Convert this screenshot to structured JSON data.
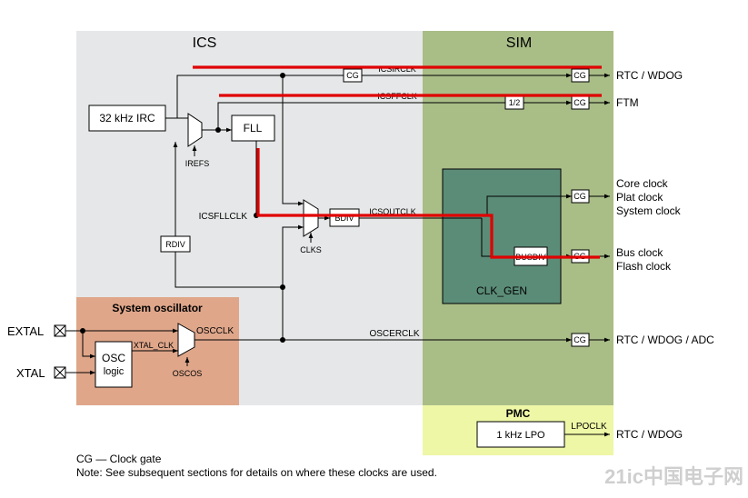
{
  "regions": {
    "ics": "ICS",
    "sim": "SIM",
    "pmc": "PMC",
    "system_oscillator": "System oscillator",
    "clk_gen": "CLK_GEN"
  },
  "blocks": {
    "irc": "32 kHz IRC",
    "fll": "FLL",
    "rdiv": "RDIV",
    "bdiv": "BDIV",
    "busdiv": "BUSDIV",
    "osc_line1": "OSC",
    "osc_line2": "logic",
    "lpo": "1 kHz LPO",
    "cg": "CG",
    "half": "1/2"
  },
  "signals": {
    "icsirclk": "ICSIRCLK",
    "icsffclk": "ICSFFCLK",
    "irefs": "IREFS",
    "icsfllclk": "ICSFLLCLK",
    "icsoutclk": "ICSOUTCLK",
    "clks": "CLKS",
    "oscclk": "OSCCLK",
    "xtal_clk": "XTAL_CLK",
    "oscos": "OSCOS",
    "oscerclk": "OSCERCLK",
    "lpoclk": "LPOCLK"
  },
  "pins": {
    "extal": "EXTAL",
    "xtal": "XTAL"
  },
  "outputs": {
    "rtc_wdog_1": "RTC / WDOG",
    "ftm": "FTM",
    "core": "Core clock",
    "plat": "Plat clock",
    "system": "System clock",
    "bus": "Bus clock",
    "flash": "Flash clock",
    "rtc_wdog_adc": "RTC / WDOG / ADC",
    "rtc_wdog_2": "RTC / WDOG"
  },
  "notes": {
    "line1": "CG — Clock gate",
    "line2": "Note: See subsequent sections for details on where these clocks are used."
  },
  "watermark": "21ic中国电子网",
  "colors": {
    "ics_bg": "#e6e7e8",
    "sim_bg": "#a9bd87",
    "pmc_bg": "#eef7a6",
    "osc_bg": "#dfa68a",
    "clkgen_bg": "#5b8c78",
    "highlight": "#e00000"
  }
}
